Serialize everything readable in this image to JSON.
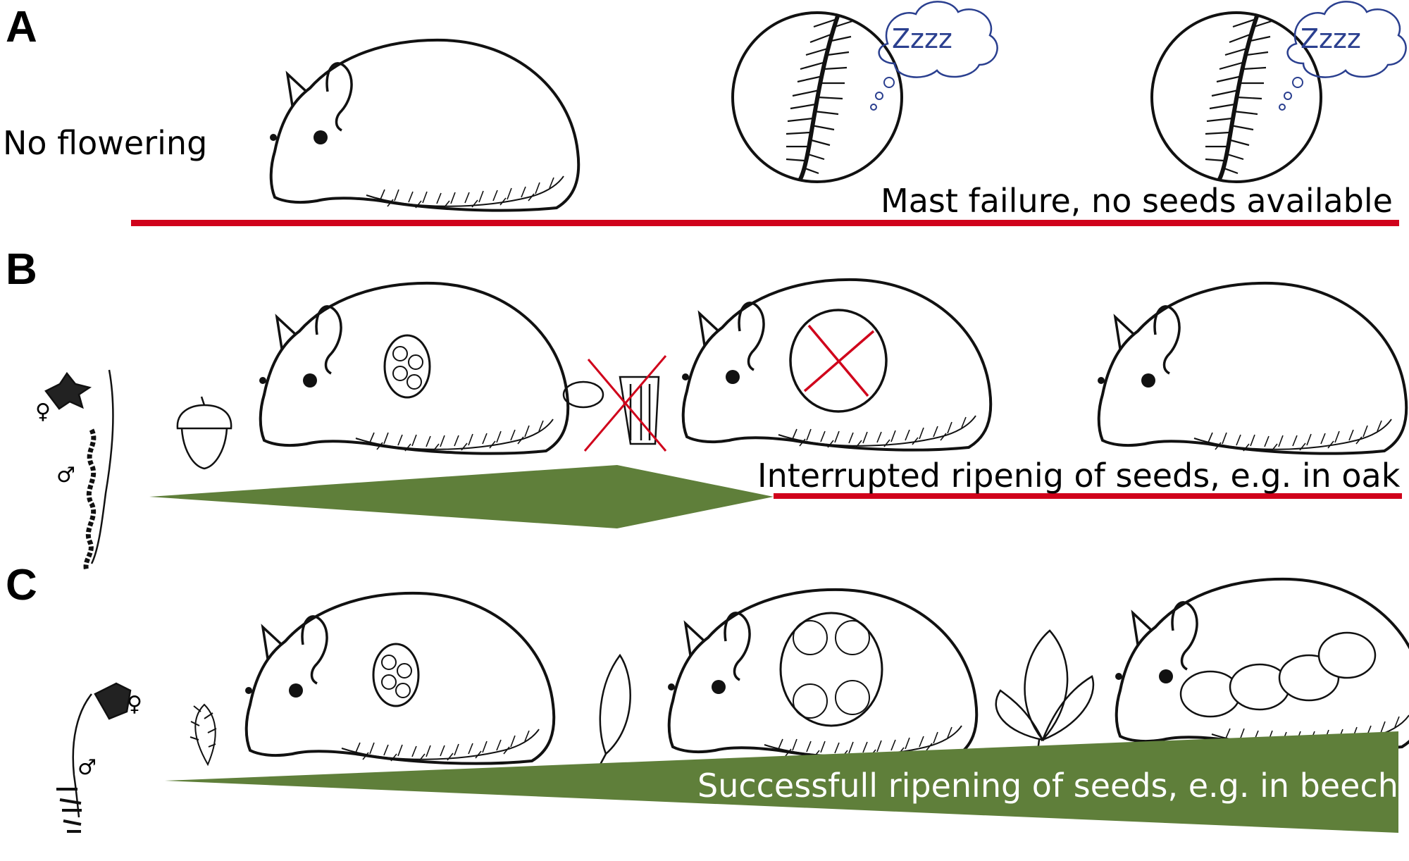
{
  "panels": [
    {
      "letter": "A",
      "caption": "Mast failure, no seeds available",
      "side_label": "No flowering",
      "bubble_text": "Zzzz"
    },
    {
      "letter": "B",
      "caption": "Interrupted ripenig of seeds, e.g. in oak"
    },
    {
      "letter": "C",
      "caption": "Successfull ripening of seeds, e.g. in beech"
    }
  ],
  "symbols": {
    "female": "♀",
    "male": "♂"
  },
  "colors": {
    "failure_line": "#d0021b",
    "growth_wedge": "#5f7f3a",
    "ink": "#111111",
    "bubble_ink": "#2a3f8f",
    "cross": "#d0021b"
  }
}
